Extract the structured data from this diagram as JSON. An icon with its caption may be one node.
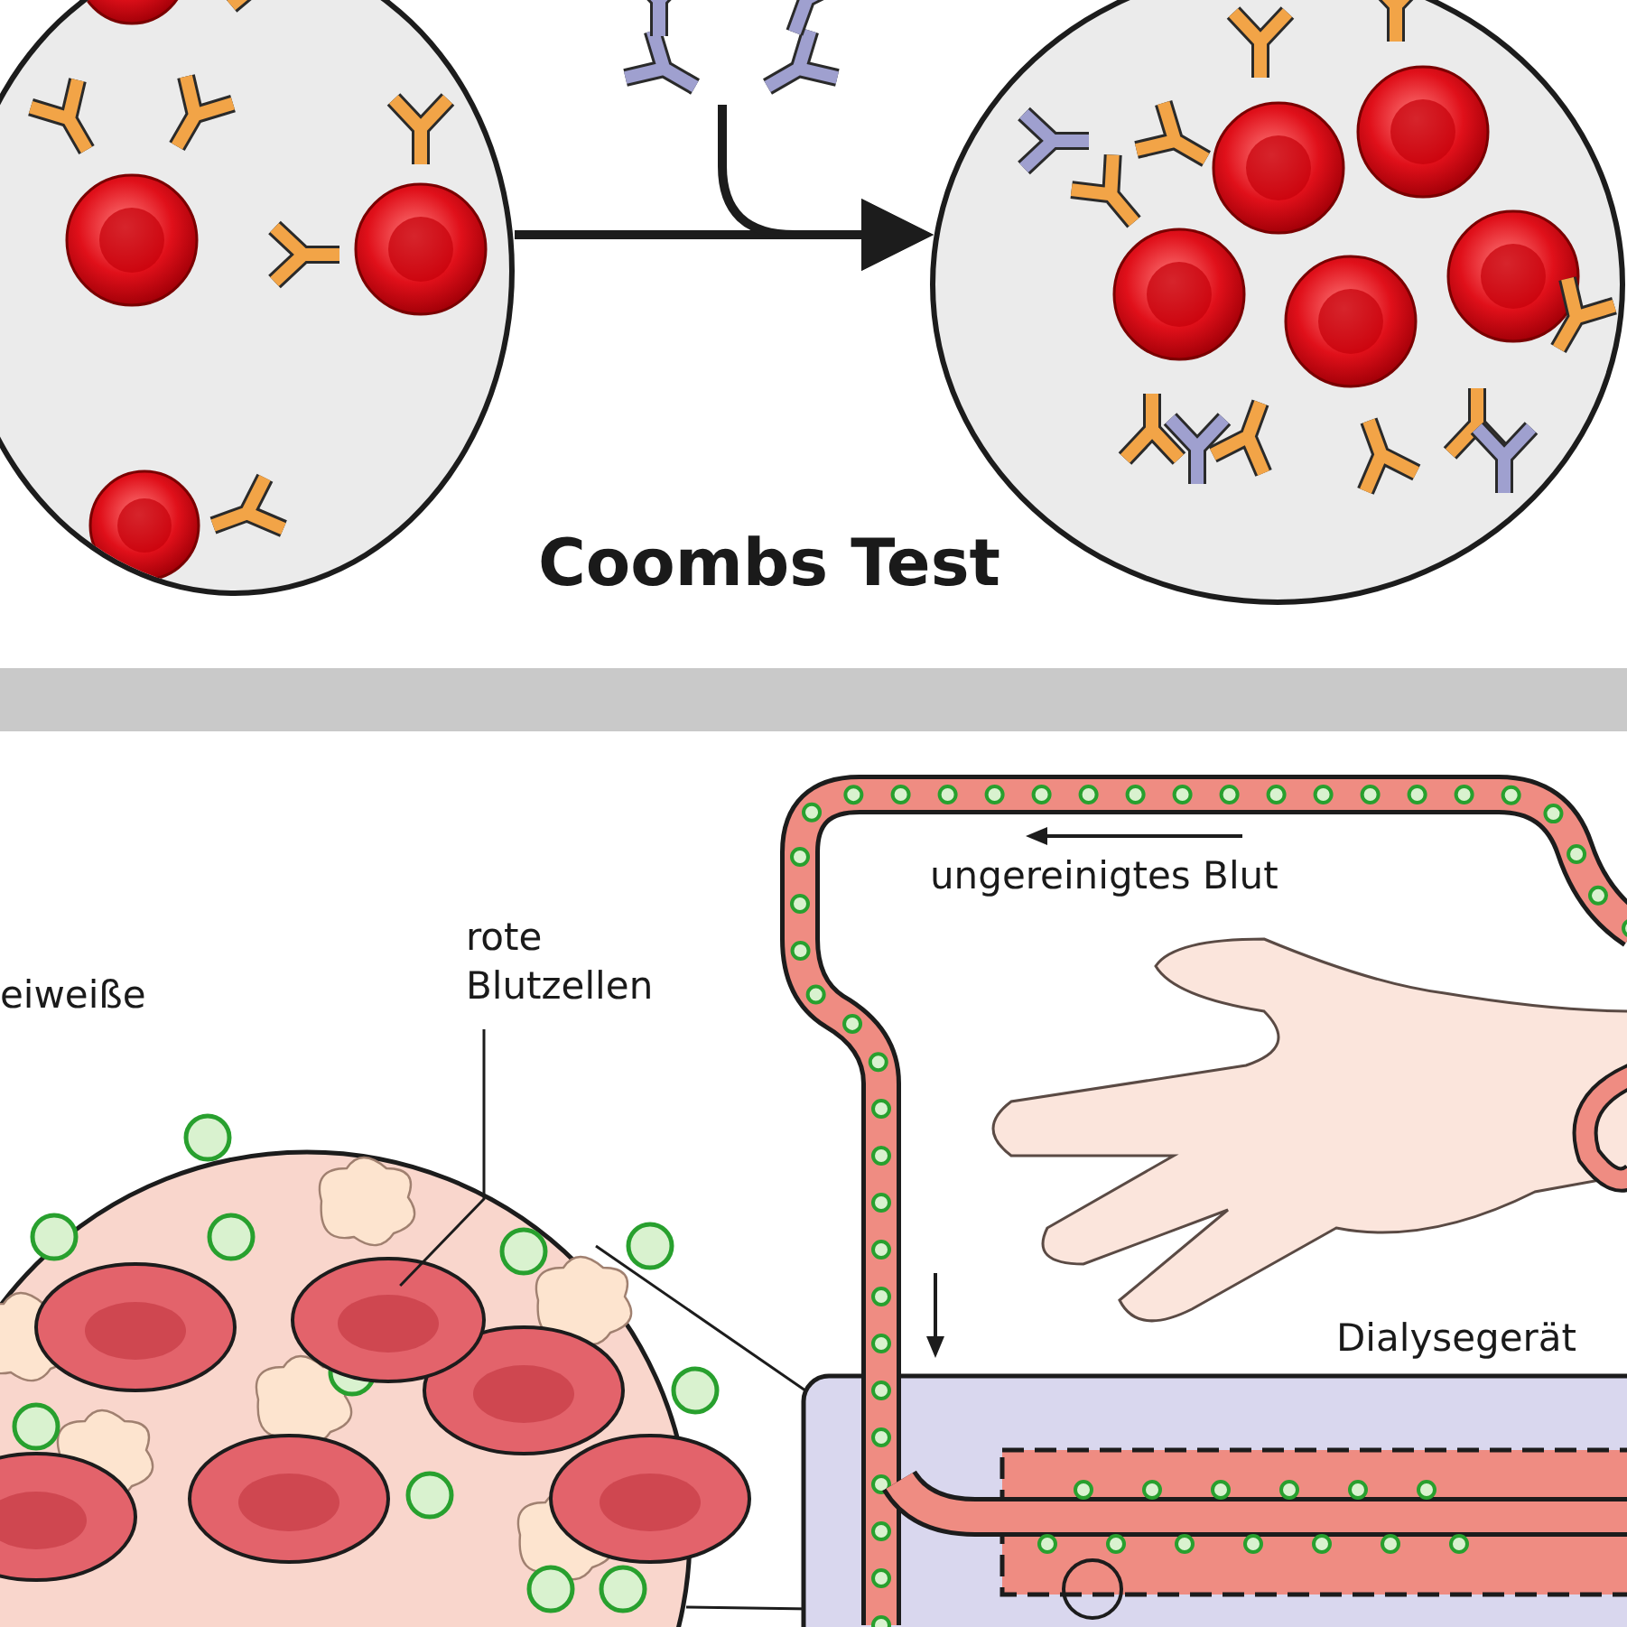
{
  "diagram": {
    "nodes": [
      {
        "text": [],
        "shape": "circle"
      },
      {
        "text": [],
        "shape": "picture"
      },
      {
        "text": [],
        "shape": "circle"
      },
      {
        "text": [
          "rote Blutzellen"
        ]
      },
      {
        "text": [],
        "shape": "ellipse"
      },
      {
        "text": [],
        "shape": "bar"
      }
    ],
    "edges": [
      {
        "from": 0,
        "to": 2,
        "arrow": "to"
      },
      {
        "from": 1,
        "to": 2,
        "arrow": "to"
      },
      {
        "from": 3,
        "to": 4,
        "arrow": "none"
      }
    ],
    "labels": [
      "eiweiße",
      "ungereinigtes Blut",
      "Dialysegerät",
      "Coombs Test"
    ]
  }
}
